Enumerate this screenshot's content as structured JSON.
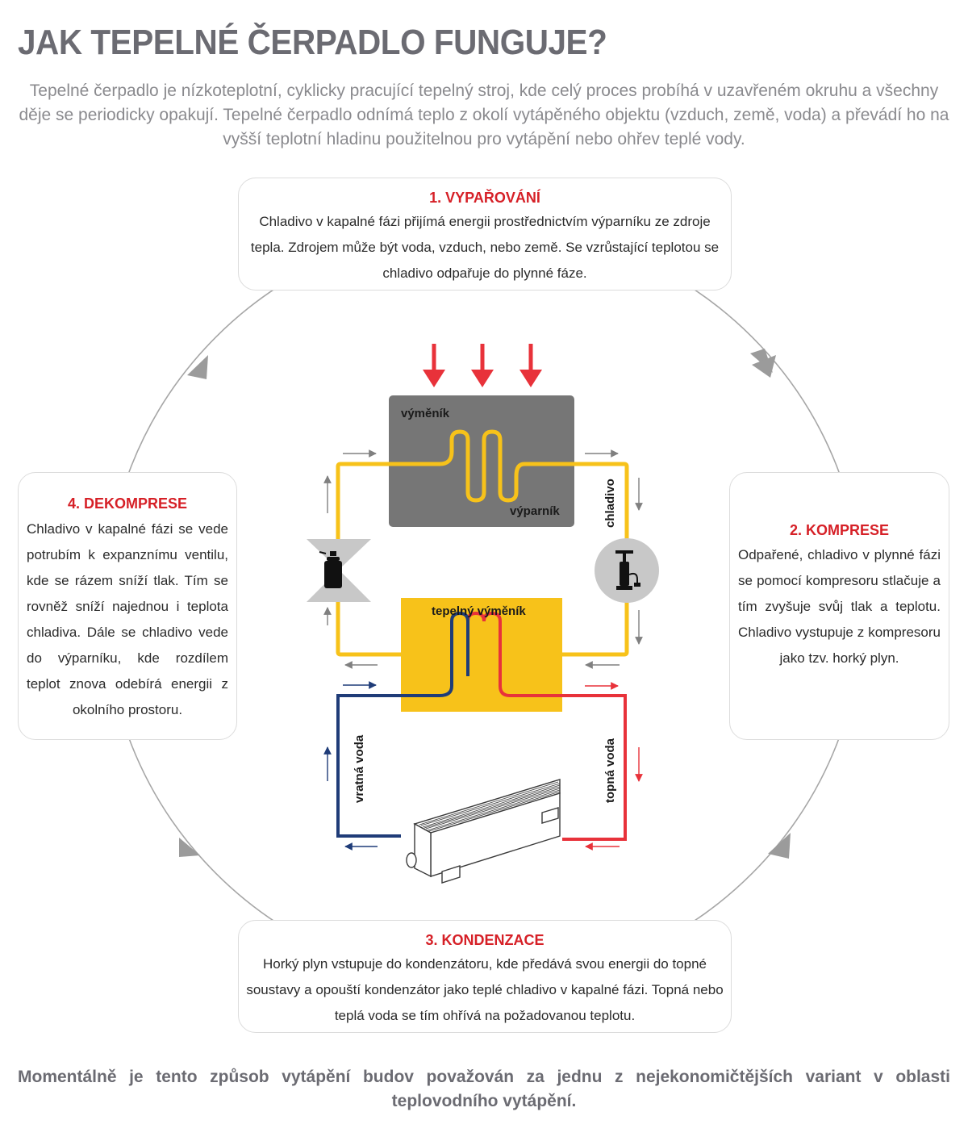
{
  "title": "JAK TEPELNÉ ČERPADLO FUNGUJE?",
  "intro": "Tepelné čerpadlo je nízkoteplotní, cyklicky pracující tepelný stroj, kde celý proces probíhá v uzavřeném okruhu a všechny děje se periodicky opakují. Tepelné čerpadlo odnímá teplo z okolí vytápěného objektu (vzduch, země, voda) a převádí ho na vyšší teplotní hladinu použitelnou pro vytápění nebo ohřev teplé vody.",
  "steps": [
    {
      "heading": "1. VYPAŘOVÁNÍ",
      "text": "Chladivo v kapalné fázi přijímá energii prostřednictvím výparníku ze zdroje tepla. Zdrojem může být voda, vzduch, nebo země. Se vzrůstající teplotou se chladivo odpařuje do plynné fáze."
    },
    {
      "heading": "2. KOMPRESE",
      "text": "Odpařené, chladivo v plynné fázi se pomocí kompresoru stlačuje a tím zvyšuje svůj tlak a teplotu. Chladivo vystupuje z kompresoru jako tzv. horký plyn."
    },
    {
      "heading": "3. KONDENZACE",
      "text": "Horký plyn vstupuje do kondenzátoru, kde předává svou energii do topné soustavy a opouští kondenzátor jako teplé chladivo v kapalné fázi. Topná nebo teplá voda se tím ohřívá na požadovanou teplotu."
    },
    {
      "heading": "4. DEKOMPRESE",
      "text": "Chladivo v kapalné fázi se vede potrubím k expanznímu ventilu, kde se rázem sníží tlak. Tím se rovněž sníží najednou i teplota chladiva. Dále se chladivo vede do výparníku, kde rozdílem teplot znova odebírá energii z okolního prostoru."
    }
  ],
  "diagram": {
    "exchanger": "výměník",
    "evaporator": "výparník",
    "refrigerant": "chladivo",
    "heat_exchanger": "tepelný výměník",
    "return_water": "vratná voda",
    "heating_water": "topná voda"
  },
  "colors": {
    "accent_red": "#d62027",
    "refrigerant_yellow": "#f7c21a",
    "return_blue": "#1f3c78",
    "exchanger_gray": "#767676",
    "cycle_gray": "#9b9b9b"
  },
  "icons": [
    "spray-can-icon",
    "pump-icon",
    "radiator-icon"
  ],
  "footer": "Momentálně je tento způsob vytápění budov považován za jednu z nejekonomičtějších variant v oblasti teplovodního vytápění."
}
